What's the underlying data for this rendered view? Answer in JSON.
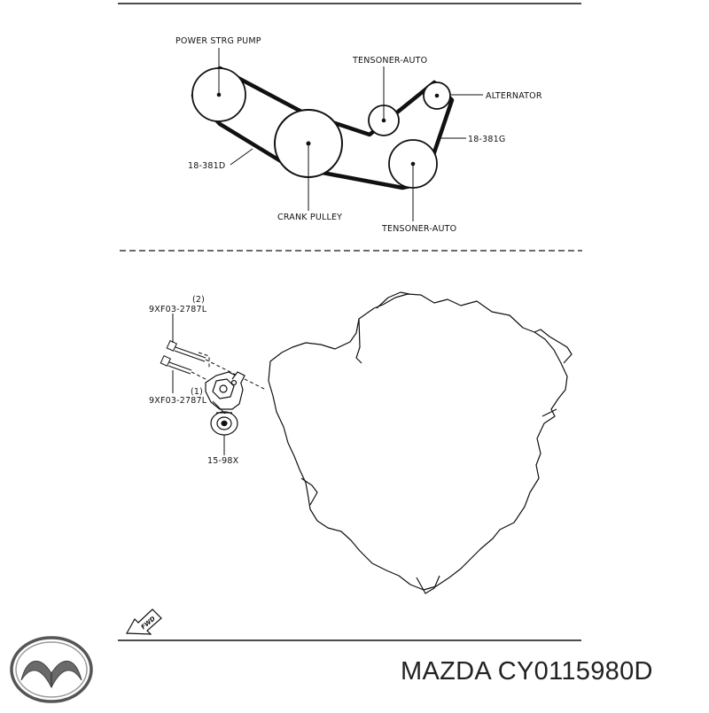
{
  "belt_diagram": {
    "power_steering_pump": "POWER STRG PUMP",
    "tensioner_upper": "TENSONER-AUTO",
    "alternator": "ALTERNATOR",
    "belt_left": "18-381D",
    "belt_right": "18-381G",
    "crank_pulley": "CRANK PULLEY",
    "tensioner_lower": "TENSONER-AUTO"
  },
  "install_diagram": {
    "bolt_upper_part": "9XF03-2787L",
    "bolt_upper_qty": "(2)",
    "bolt_lower_part": "9XF03-2787L",
    "bolt_lower_qty": "(1)",
    "tensioner_part": "15-98X",
    "fwd_arrow": "FWD"
  },
  "footer": {
    "brand": "MAZDA",
    "part_number": "CY0115980D"
  }
}
